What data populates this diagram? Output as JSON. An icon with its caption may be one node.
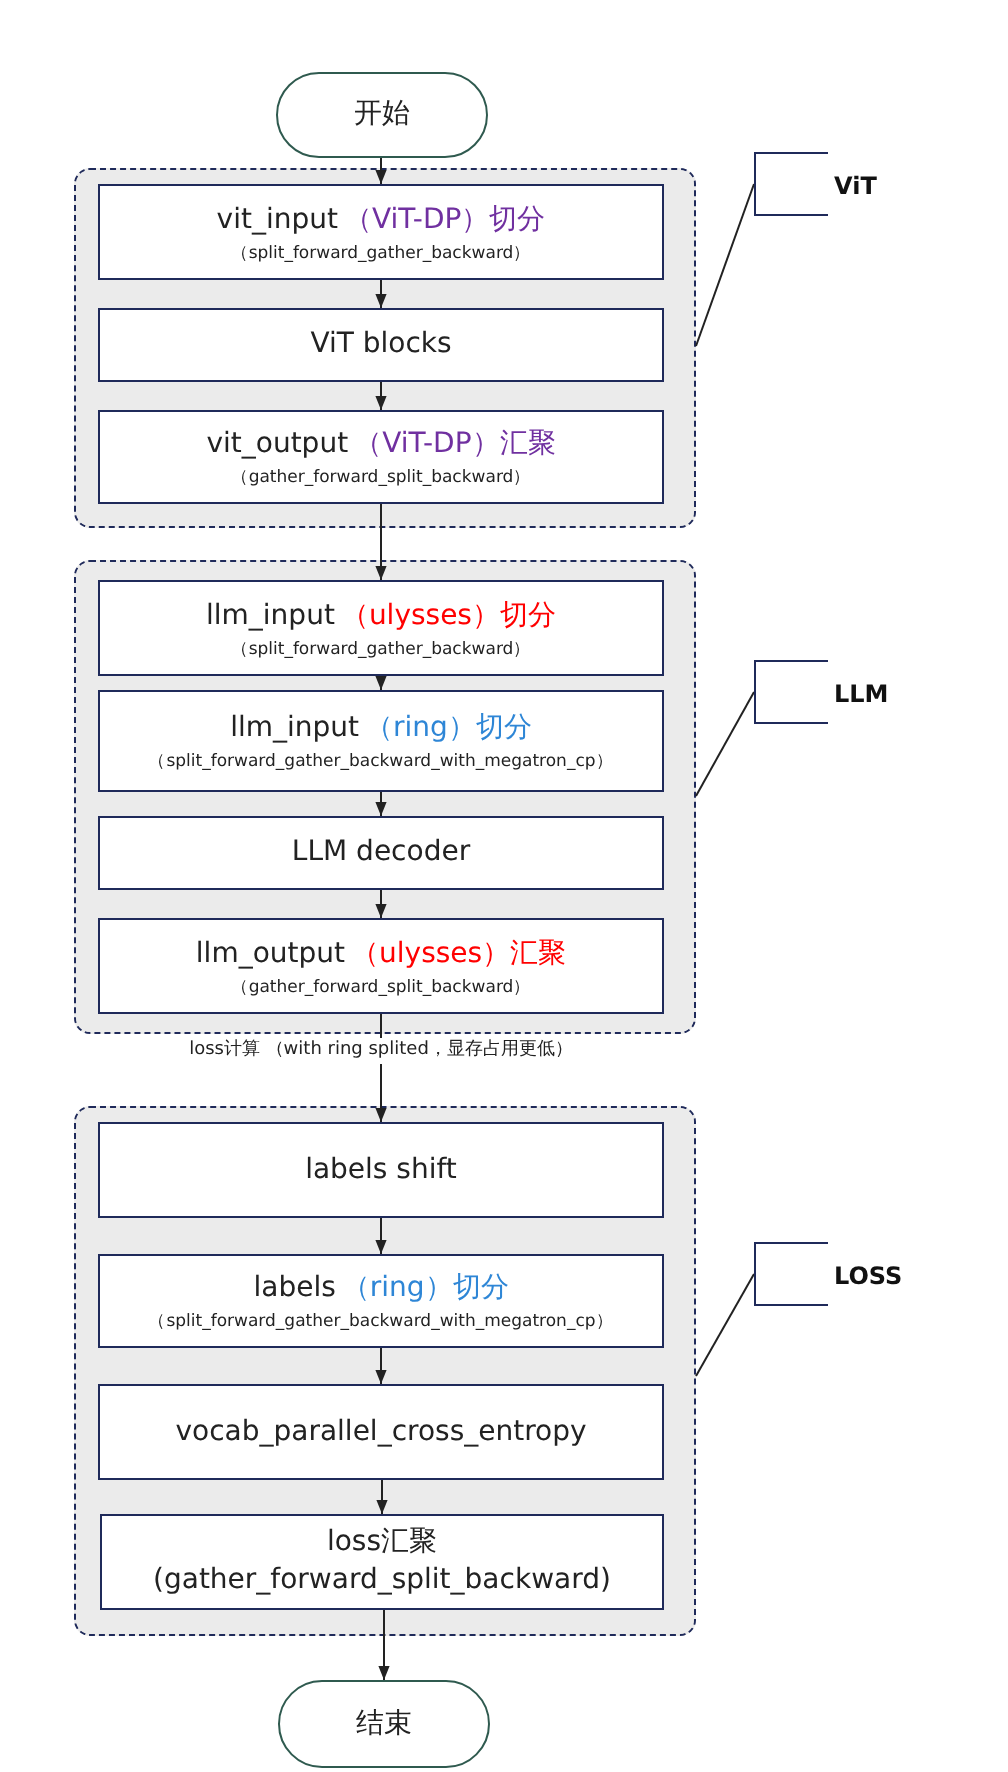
{
  "diagram": {
    "nodes": [
      {
        "text": [
          "开始"
        ]
      },
      {
        "text": [],
        "shape": "box"
      },
      {
        "text": [
          "vit_input",
          "（ViT-DP）切分",
          "（split_forward_gather_backward）"
        ],
        "in": 1
      },
      {
        "text": [
          "ViT blocks"
        ],
        "in": 1
      },
      {
        "text": [
          "vit_output",
          "（ViT-DP）汇聚",
          "（gather_forward_split_backward）"
        ],
        "in": 1
      },
      {
        "text": [],
        "shape": "box"
      },
      {
        "text": [
          "llm_input",
          "（ulysses）切分",
          "（split_forward_gather_backward）"
        ],
        "in": 5
      },
      {
        "text": [
          "llm_input",
          "（ring）切分",
          "（split_forward_gather_backward_with_megatron_cp）"
        ],
        "in": 5
      },
      {
        "text": [
          "LLM decoder"
        ],
        "in": 5
      },
      {
        "text": [
          "llm_output",
          "（ulysses）汇聚",
          "（gather_forward_split_backward）"
        ],
        "in": 5
      },
      {
        "text": [],
        "shape": "box"
      },
      {
        "text": [
          "labels shift"
        ],
        "in": 10
      },
      {
        "text": [
          "labels",
          "（ring）切分",
          "（split_forward_gather_backward_with_megatron_cp）"
        ],
        "in": 10
      },
      {
        "text": [
          "vocab_parallel_cross_entropy"
        ],
        "in": 10
      },
      {
        "text": [
          "loss汇聚",
          "(gather_forward_split_backward)"
        ],
        "in": 10
      },
      {
        "text": [
          "结束"
        ]
      },
      {
        "text": [
          "ViT"
        ]
      },
      {
        "text": [
          "LLM"
        ]
      },
      {
        "text": [
          "LOSS"
        ]
      }
    ],
    "edges": [
      {
        "from": 0,
        "to": 2,
        "arrow": "to"
      },
      {
        "from": 2,
        "to": 3,
        "arrow": "to"
      },
      {
        "from": 3,
        "to": 4,
        "arrow": "to"
      },
      {
        "from": 4,
        "to": 6,
        "arrow": "to"
      },
      {
        "from": 6,
        "to": 7,
        "arrow": "to"
      },
      {
        "from": 7,
        "to": 8,
        "arrow": "to"
      },
      {
        "from": 8,
        "to": 9,
        "arrow": "to"
      },
      {
        "from": 9,
        "to": 11,
        "arrow": "to",
        "label": "loss计算 （with ring splited，显存占用更低）"
      },
      {
        "from": 11,
        "to": 12,
        "arrow": "to"
      },
      {
        "from": 12,
        "to": 13,
        "arrow": "to"
      },
      {
        "from": 13,
        "to": 14,
        "arrow": "to"
      },
      {
        "from": 14,
        "to": 15,
        "arrow": "to"
      },
      {
        "from": 16,
        "to": 1,
        "arrow": "none"
      },
      {
        "from": 17,
        "to": 5,
        "arrow": "none"
      },
      {
        "from": 18,
        "to": 10,
        "arrow": "none"
      }
    ]
  }
}
